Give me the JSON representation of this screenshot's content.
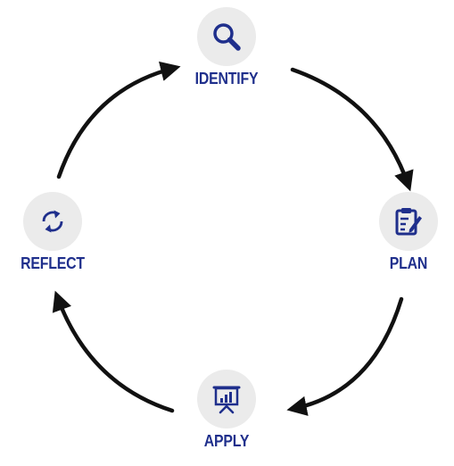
{
  "diagram": {
    "accent_color": "#1f2f8c",
    "circle_color": "#ebebeb",
    "arrow_color": "#111111",
    "steps": [
      {
        "id": "identify",
        "label": "IDENTIFY",
        "icon": "magnifier-icon"
      },
      {
        "id": "plan",
        "label": "PLAN",
        "icon": "clipboard-pen-icon"
      },
      {
        "id": "apply",
        "label": "APPLY",
        "icon": "presentation-board-icon"
      },
      {
        "id": "reflect",
        "label": "REFLECT",
        "icon": "refresh-cycle-icon"
      }
    ]
  }
}
